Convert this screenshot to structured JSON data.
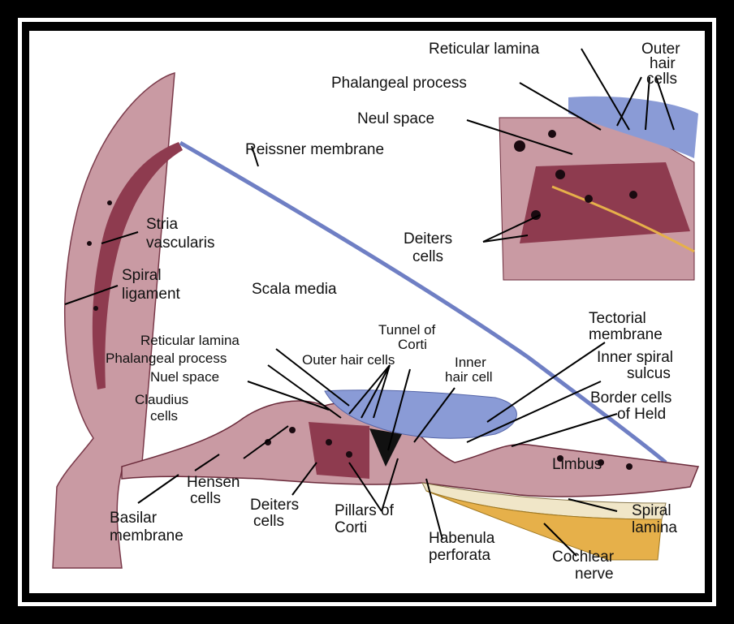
{
  "labels": {
    "reticular_lamina_top": "Reticular lamina",
    "outer_hair_cells_top_1": "Outer",
    "outer_hair_cells_top_2": "hair",
    "outer_hair_cells_top_3": "cells",
    "phalangeal_process_top": "Phalangeal process",
    "neul_space": "Neul space",
    "reissner_membrane": "Reissner membrane",
    "stria_1": "Stria",
    "stria_2": "vascularis",
    "spiral_ligament_1": "Spiral",
    "spiral_ligament_2": "ligament",
    "scala_media": "Scala media",
    "deiters_top_1": "Deiters",
    "deiters_top_2": "cells",
    "tectorial_1": "Tectorial",
    "tectorial_2": "membrane",
    "tunnel_1": "Tunnel of",
    "tunnel_2": "Corti",
    "reticular_lamina": "Reticular lamina",
    "phalangeal_process": "Phalangeal process",
    "outer_hair_cells": "Outer hair cells",
    "inner_hair_1": "Inner",
    "inner_hair_2": "hair cell",
    "inner_spiral_1": "Inner spiral",
    "inner_spiral_2": "sulcus",
    "nuel_space": "Nuel space",
    "claudius_1": "Claudius",
    "claudius_2": "cells",
    "border_1": "Border cells",
    "border_2": "of Held",
    "limbus": "Limbus",
    "hensen_1": "Hensen",
    "hensen_2": "cells",
    "deiters_1": "Deiters",
    "deiters_2": "cells",
    "pillars_1": "Pillars of",
    "pillars_2": "Corti",
    "basilar_1": "Basilar",
    "basilar_2": "membrane",
    "habenula_1": "Habenula",
    "habenula_2": "perforata",
    "spiral_lamina_1": "Spiral",
    "spiral_lamina_2": "lamina",
    "cochlear_1": "Cochlear",
    "cochlear_2": "nerve"
  },
  "colors": {
    "tissue": "#c99aa3",
    "stria": "#8e3b4f",
    "membrane": "#8a9bd6",
    "reissner": "#6f7fc4",
    "nerve": "#e6b04a",
    "lamina": "#f0e6c8",
    "dot": "#1a0a10"
  }
}
